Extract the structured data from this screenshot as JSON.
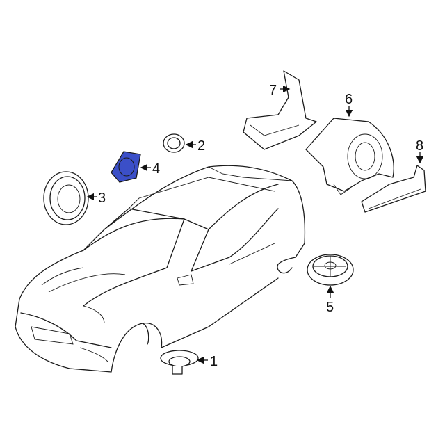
{
  "diagram": {
    "highlight_color": "#3b4fc8",
    "highlighted_part": "4",
    "callouts": [
      {
        "id": "1",
        "label": "1"
      },
      {
        "id": "2",
        "label": "2"
      },
      {
        "id": "3",
        "label": "3"
      },
      {
        "id": "4",
        "label": "4"
      },
      {
        "id": "5",
        "label": "5"
      },
      {
        "id": "6",
        "label": "6"
      },
      {
        "id": "7",
        "label": "7"
      },
      {
        "id": "8",
        "label": "8"
      }
    ]
  }
}
